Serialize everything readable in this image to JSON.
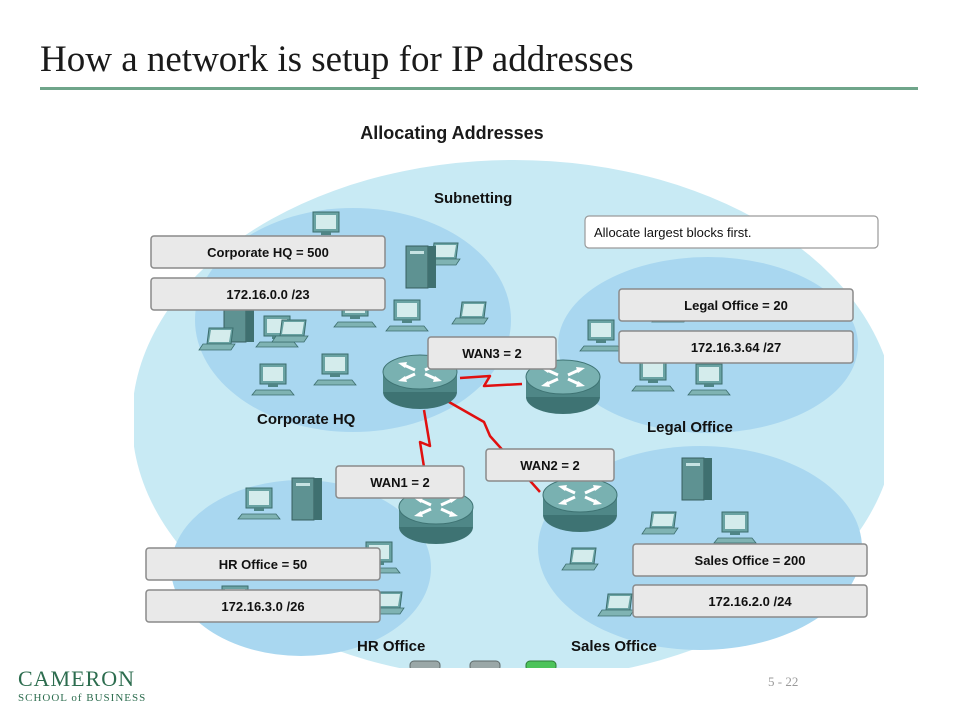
{
  "slide": {
    "title": "How a network is setup for IP addresses",
    "page_number": "5 - 22"
  },
  "diagram": {
    "heading": "Allocating Addresses",
    "subnetting_label": "Subnetting",
    "note": "Allocate largest blocks first.",
    "regions": {
      "corporate": {
        "label": "Corporate HQ",
        "hosts": "Corporate HQ = 500",
        "block": "172.16.0.0 /23"
      },
      "legal": {
        "label": "Legal Office",
        "hosts": "Legal Office = 20",
        "block": "172.16.3.64 /27"
      },
      "hr": {
        "label": "HR Office",
        "hosts": "HR Office = 50",
        "block": "172.16.3.0 /26"
      },
      "sales": {
        "label": "Sales Office",
        "hosts": "Sales Office = 200",
        "block": "172.16.2.0 /24"
      }
    },
    "wan_links": {
      "wan3": "WAN3 = 2",
      "wan1": "WAN1 = 2",
      "wan2": "WAN2 = 2"
    }
  },
  "logo": {
    "main": "CAMERON",
    "sub": "SCHOOL of BUSINESS"
  },
  "colors": {
    "outer_network": "#c8eaf4",
    "site_bubble": "#a9d7f0",
    "label_box": "#e9e9e9",
    "label_border": "#8a8a8a",
    "router": "#5e9797",
    "wan_link": "#e01010",
    "title_rule": "#6fa58a",
    "logo": "#2d6d4f"
  }
}
